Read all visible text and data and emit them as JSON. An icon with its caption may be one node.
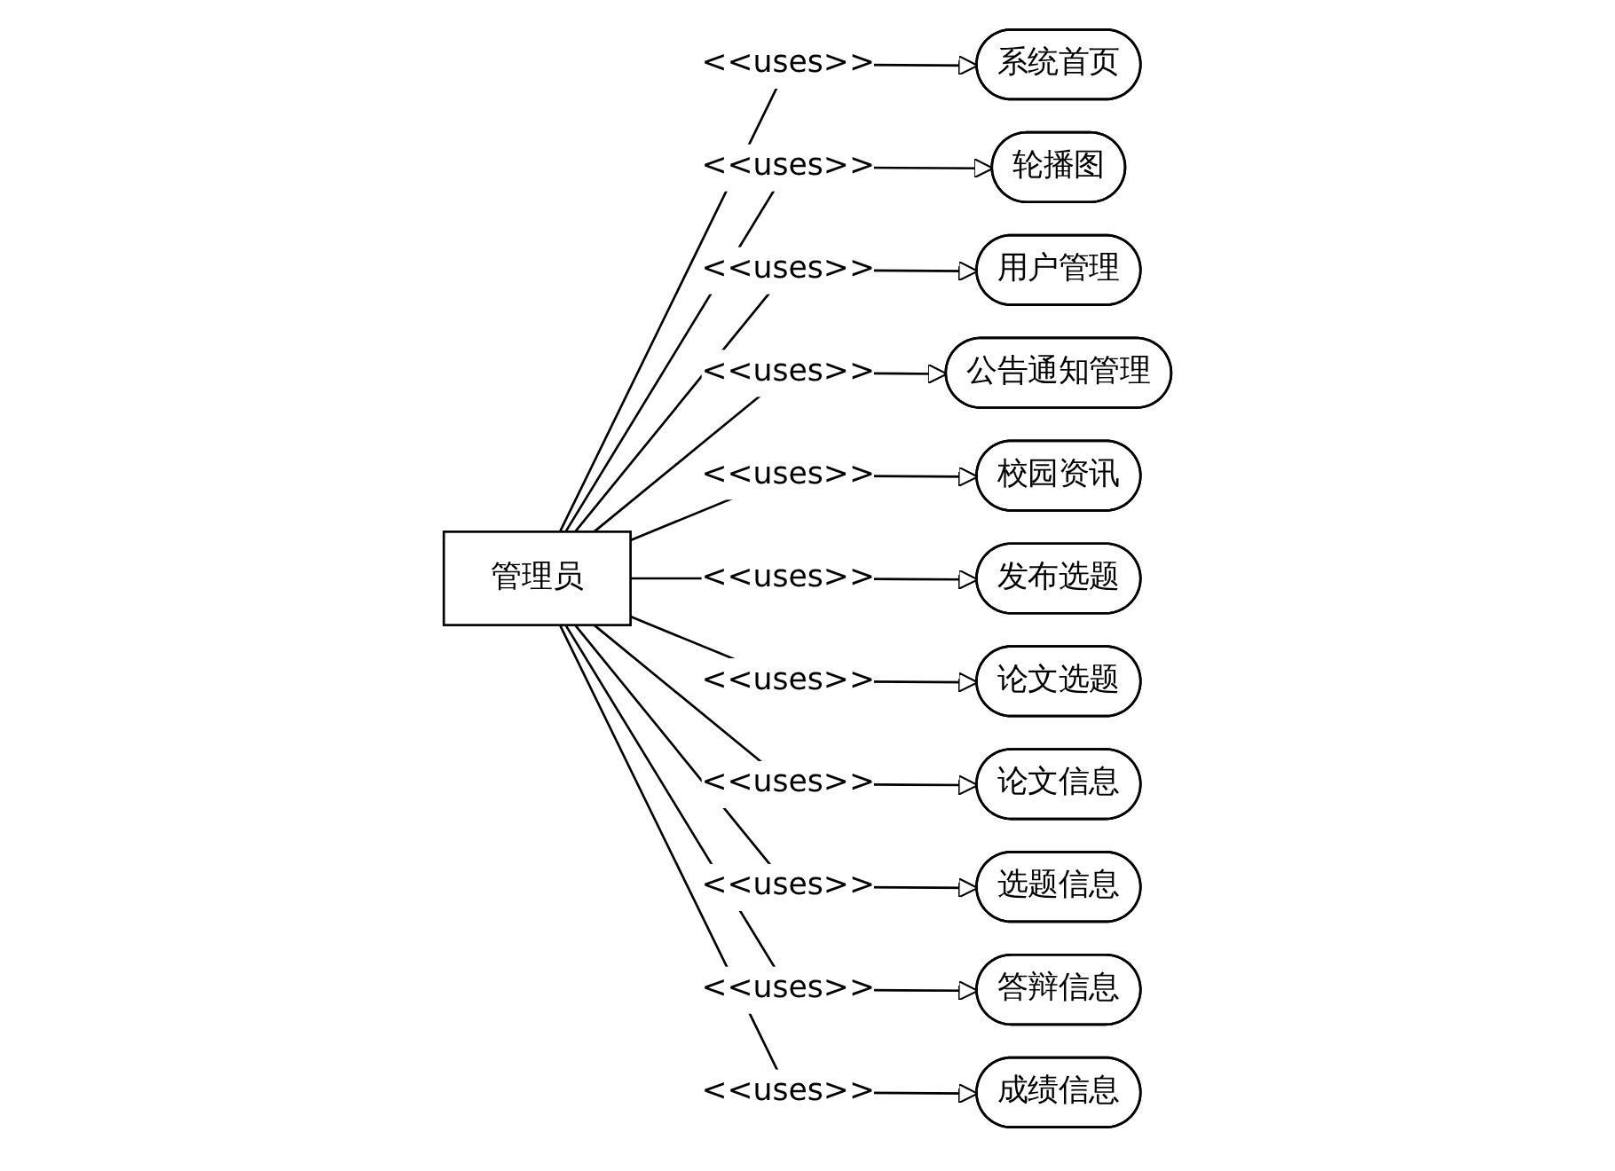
{
  "diagram": {
    "nodes": [
      {
        "text": [
          "管理员"
        ]
      },
      {
        "text": [
          "系统首页"
        ]
      },
      {
        "text": [
          "轮播图"
        ]
      },
      {
        "text": [
          "用户管理"
        ]
      },
      {
        "text": [
          "公告通知管理"
        ]
      },
      {
        "text": [
          "校园资讯"
        ]
      },
      {
        "text": [
          "发布选题"
        ]
      },
      {
        "text": [
          "论文选题"
        ]
      },
      {
        "text": [
          "论文信息"
        ]
      },
      {
        "text": [
          "选题信息"
        ]
      },
      {
        "text": [
          "答辩信息"
        ]
      },
      {
        "text": [
          "成绩信息"
        ]
      }
    ],
    "edges": [
      {
        "from": 0,
        "to": 1,
        "arrow": "to",
        "label": "<<uses>>"
      },
      {
        "from": 0,
        "to": 2,
        "arrow": "to",
        "label": "<<uses>>"
      },
      {
        "from": 0,
        "to": 3,
        "arrow": "to",
        "label": "<<uses>>"
      },
      {
        "from": 0,
        "to": 4,
        "arrow": "to",
        "label": "<<uses>>"
      },
      {
        "from": 0,
        "to": 5,
        "arrow": "to",
        "label": "<<uses>>"
      },
      {
        "from": 0,
        "to": 6,
        "arrow": "to",
        "label": "<<uses>>"
      },
      {
        "from": 0,
        "to": 7,
        "arrow": "to",
        "label": "<<uses>>"
      },
      {
        "from": 0,
        "to": 8,
        "arrow": "to",
        "label": "<<uses>>"
      },
      {
        "from": 0,
        "to": 9,
        "arrow": "to",
        "label": "<<uses>>"
      },
      {
        "from": 0,
        "to": 10,
        "arrow": "to",
        "label": "<<uses>>"
      },
      {
        "from": 0,
        "to": 11,
        "arrow": "to",
        "label": "<<uses>>"
      }
    ]
  }
}
